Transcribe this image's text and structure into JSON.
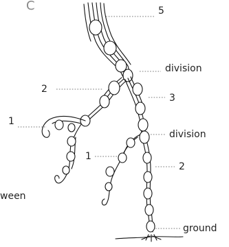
{
  "corner_glyph": "C",
  "labels": {
    "tip_number": "5",
    "upper_division": "division",
    "left_branch_number": "2",
    "right_segment_number": "3",
    "left_tip_number": "1",
    "lower_division": "division",
    "inner_tip_number": "1",
    "right_lower_number": "2",
    "between": "ween",
    "ground": "ground"
  },
  "colors": {
    "stroke": "#111111",
    "leader": "#777777",
    "text": "#222222"
  }
}
